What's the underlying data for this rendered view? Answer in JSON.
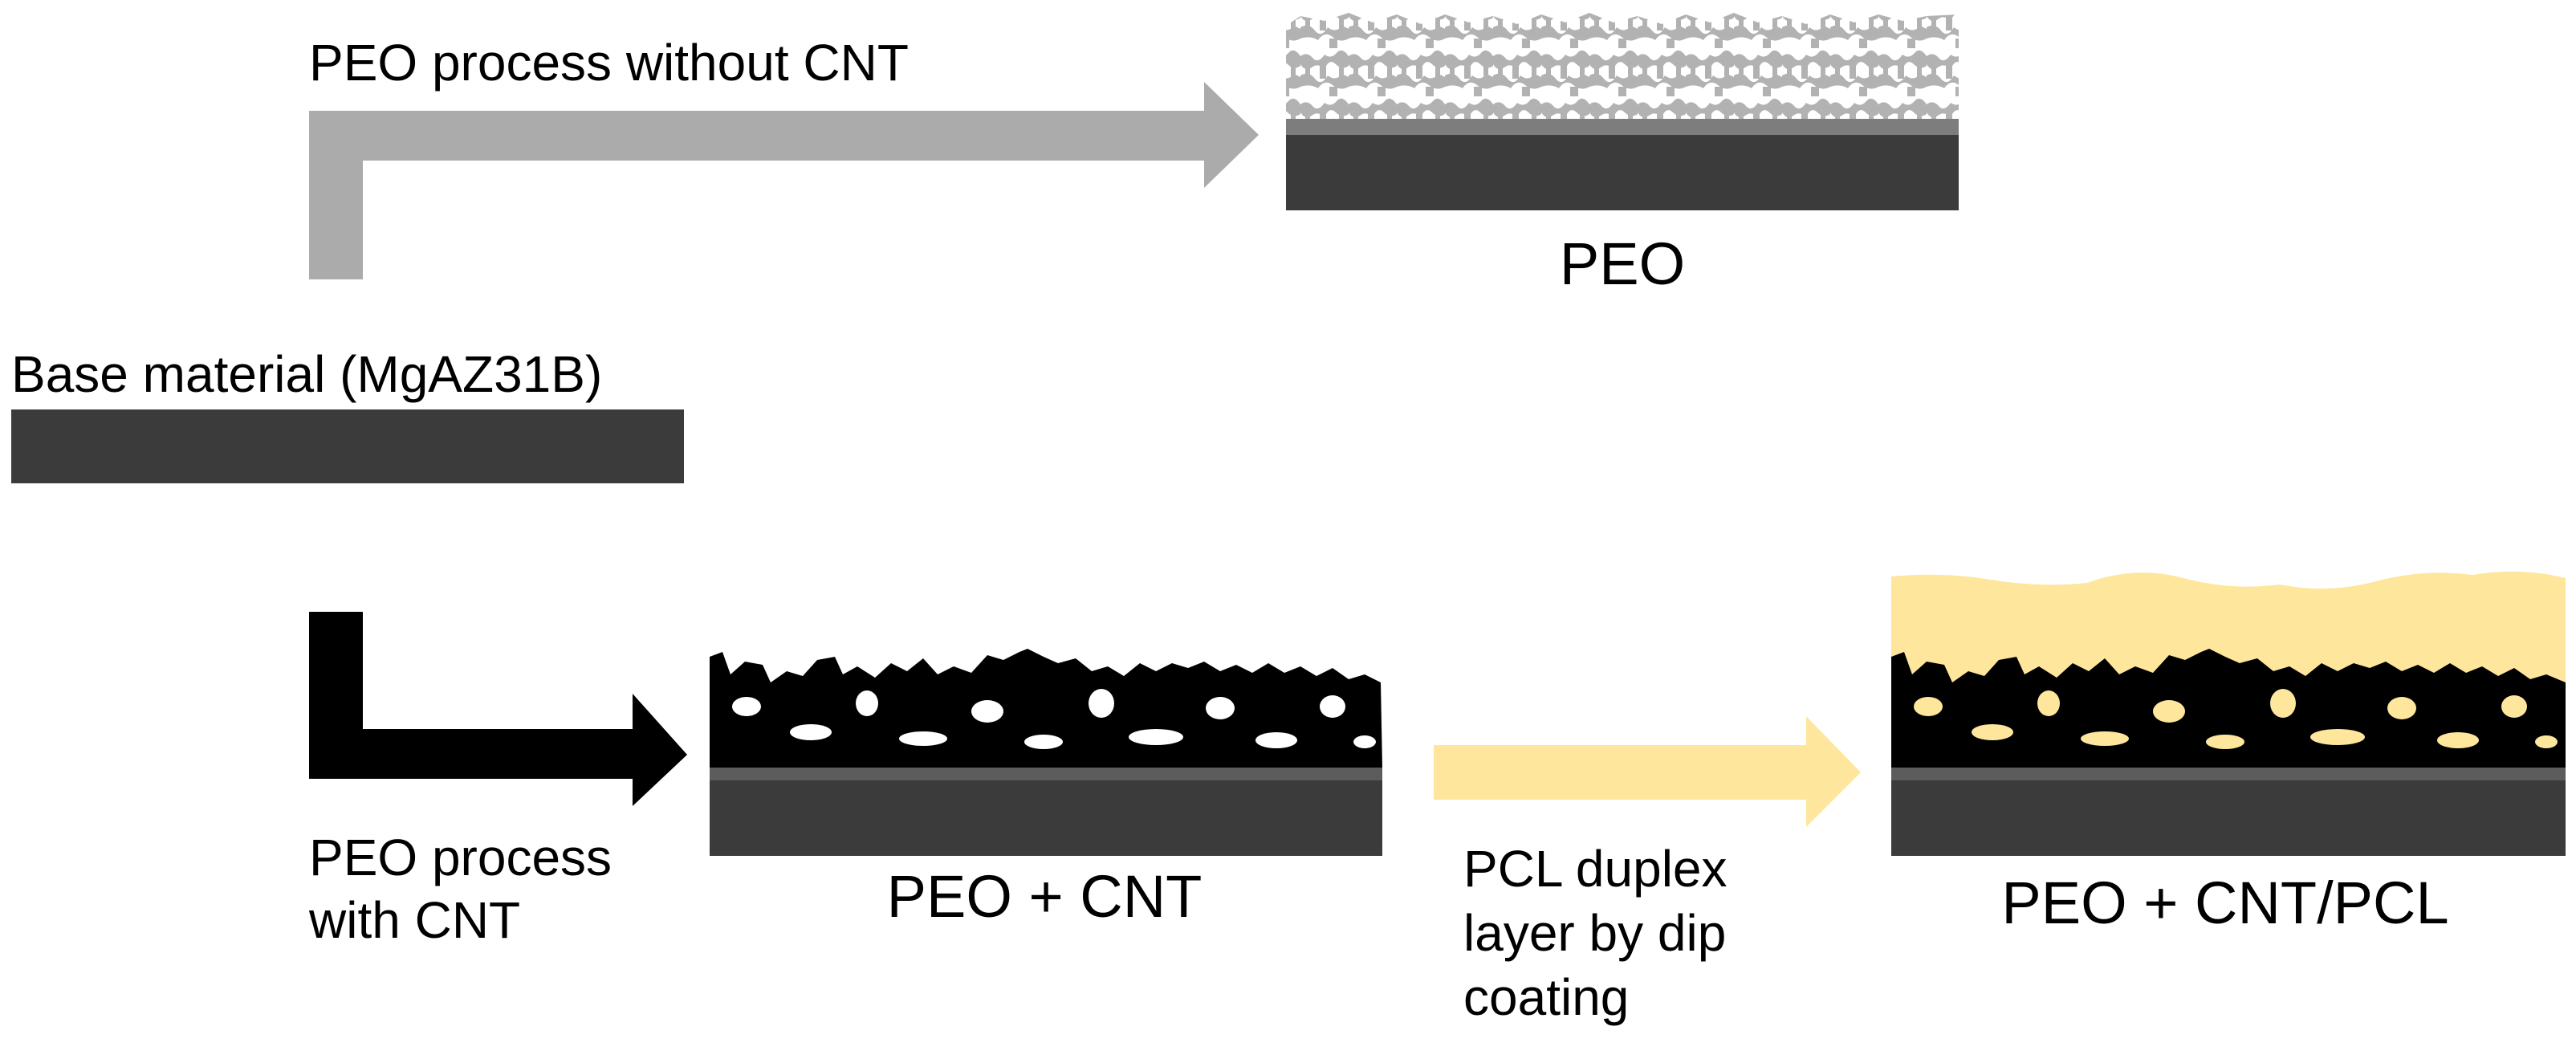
{
  "labels": {
    "base_material": "Base material (MgAZ31B)",
    "peo_process_without_cnt": "PEO process without CNT",
    "peo_process_with_cnt": [
      "PEO process",
      "with CNT"
    ],
    "pcl_duplex": [
      "PCL duplex",
      "layer by dip",
      "coating"
    ]
  },
  "results": {
    "peo": "PEO",
    "peo_cnt": "PEO + CNT",
    "peo_cnt_pcl": "PEO + CNT/PCL"
  },
  "colors": {
    "substrate": "#3b3b3b",
    "substrate_interface": "#5c5c5c",
    "peo_layer": "#b2b2b2",
    "peo_interface": "#7d7d7d",
    "cnt_layer": "#000000",
    "pcl_layer": "#fee69d",
    "arrow_without_cnt": "#ababab",
    "arrow_with_cnt": "#000000",
    "arrow_pcl": "#fee69d"
  }
}
